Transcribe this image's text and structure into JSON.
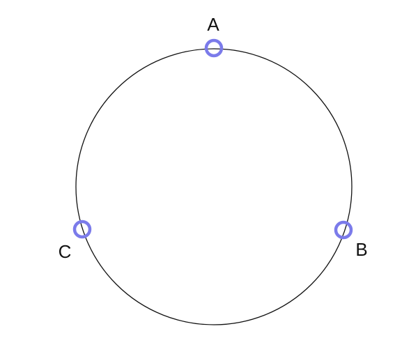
{
  "diagram": {
    "circle": {
      "stroke_color": "#111111"
    },
    "points": [
      {
        "id": "A",
        "label": "A",
        "marker_color": "#7b7bea"
      },
      {
        "id": "B",
        "label": "B",
        "marker_color": "#7b7bea"
      },
      {
        "id": "C",
        "label": "C",
        "marker_color": "#7b7bea"
      }
    ]
  }
}
